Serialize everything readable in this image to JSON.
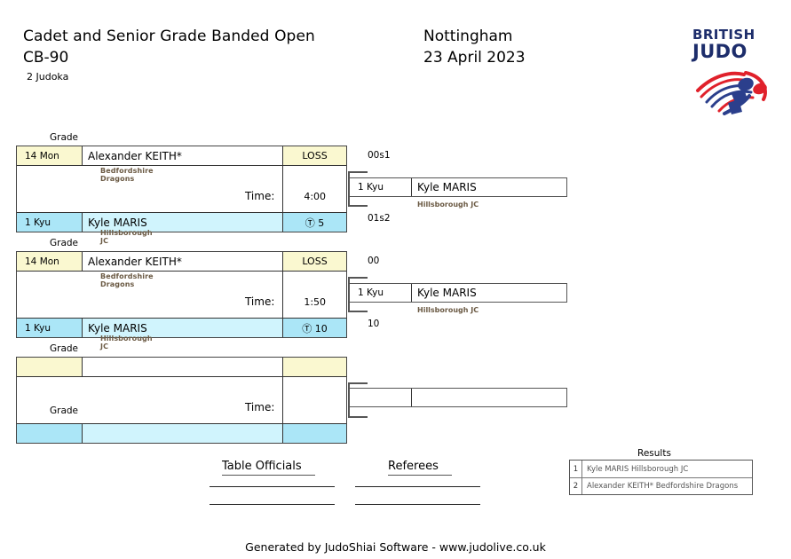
{
  "header": {
    "title": "Cadet and Senior Grade Banded Open",
    "category": "CB-90",
    "judoka_count": "2 Judoka",
    "venue": "Nottingham",
    "date": "23 April 2023"
  },
  "logo": {
    "line1": "BRITISH",
    "line2": "JUDO",
    "colors": {
      "navy": "#1d2d6b",
      "red": "#e0212b",
      "blue": "#2b3f8c"
    }
  },
  "bracket": {
    "grade_label": "Grade",
    "time_label": "Time:",
    "matches": [
      {
        "top": {
          "grade": "14 Mon",
          "name": "Alexander KEITH*",
          "club": "Bedfordshire Dragons",
          "score": "LOSS",
          "outscore": "00s1"
        },
        "bottom": {
          "grade": "1 Kyu",
          "name": "Kyle MARIS",
          "club": "Hillsborough JC",
          "score": "Ⓣ 5",
          "outscore": "01s2"
        },
        "time": "4:00",
        "winner": {
          "grade": "1 Kyu",
          "name": "Kyle MARIS",
          "club": "Hillsborough JC"
        }
      },
      {
        "top": {
          "grade": "14 Mon",
          "name": "Alexander KEITH*",
          "club": "Bedfordshire Dragons",
          "score": "LOSS",
          "outscore": "00"
        },
        "bottom": {
          "grade": "1 Kyu",
          "name": "Kyle MARIS",
          "club": "Hillsborough JC",
          "score": "Ⓣ 10",
          "outscore": "10"
        },
        "time": "1:50",
        "winner": {
          "grade": "1 Kyu",
          "name": "Kyle MARIS",
          "club": "Hillsborough JC"
        }
      },
      {
        "top": {
          "grade": "",
          "name": "",
          "club": "",
          "score": "",
          "outscore": ""
        },
        "bottom": {
          "grade": "",
          "name": "",
          "club": "",
          "score": "",
          "outscore": ""
        },
        "time": "",
        "winner": {
          "grade": "",
          "name": "",
          "club": ""
        }
      }
    ]
  },
  "signatures": {
    "table_officials": "Table Officials",
    "referees": "Referees"
  },
  "results": {
    "title": "Results",
    "rows": [
      {
        "rank": "1",
        "name": "Kyle MARIS Hillsborough JC"
      },
      {
        "rank": "2",
        "name": "Alexander KEITH* Bedfordshire Dragons"
      }
    ]
  },
  "footer": {
    "text": "Generated by JudoShiai Software - www.judolive.co.uk"
  }
}
